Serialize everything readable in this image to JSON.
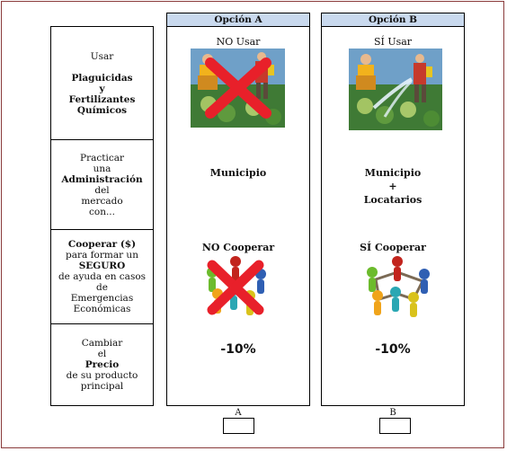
{
  "header": {
    "option_a": "Opción A",
    "option_b": "Opción B"
  },
  "attributes": [
    {
      "line1": "Usar",
      "line2": "Plaguicidas",
      "line3": "y",
      "line4": "Fertilizantes",
      "line5": "Químicos"
    },
    {
      "line1": "Practicar",
      "line2": "una",
      "line3": "Administración",
      "line4": "del",
      "line5": "mercado",
      "line6": "con..."
    },
    {
      "line1": "Cooperar ($)",
      "line2": "para formar un",
      "line3": "SEGURO",
      "line4": "de ayuda en casos de",
      "line5": "Emergencias",
      "line6": "Económicas"
    },
    {
      "line1": "Cambiar",
      "line2": "el",
      "line3": "Precio",
      "line4": "de su producto",
      "line5": "principal"
    }
  ],
  "option_a": {
    "pesticide": "NO Usar",
    "market_line1": "Municipio",
    "cooperate": "NO Cooperar",
    "price": "-10%",
    "answer_label": "A"
  },
  "option_b": {
    "pesticide": "SÍ Usar",
    "market_line1": "Municipio",
    "market_plus": "+",
    "market_line2": "Locatarios",
    "cooperate": "SÍ Cooperar",
    "price": "-10%",
    "answer_label": "B"
  },
  "colors": {
    "header_bg": "#c9d9ee",
    "cross": "#e8202a",
    "frame": "#8a3b3b"
  }
}
